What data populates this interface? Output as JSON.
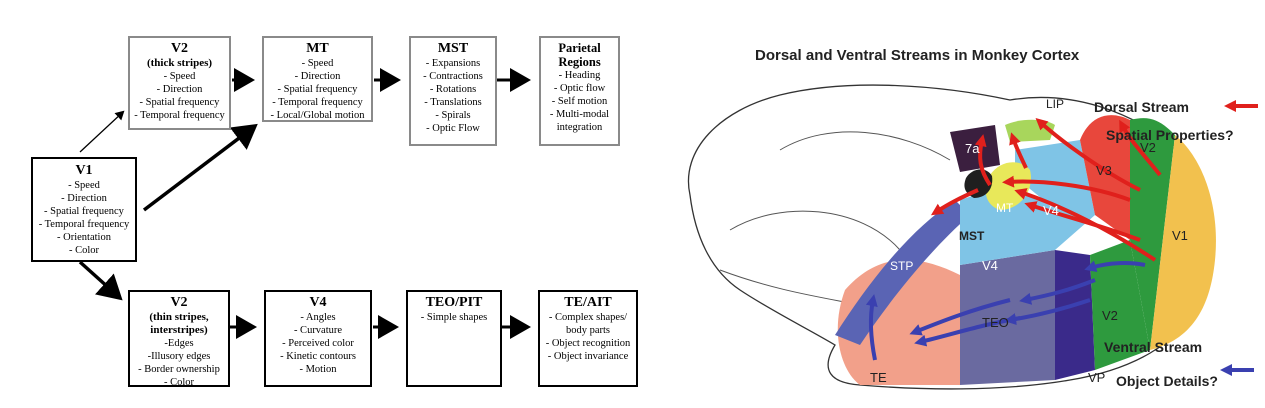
{
  "flow": {
    "v1": {
      "title": "V1",
      "lines": [
        "- Speed",
        "- Direction",
        "- Spatial frequency",
        "- Temporal frequency",
        "- Orientation",
        "- Color"
      ]
    },
    "v2_thick": {
      "title": "V2",
      "subtitle": "(thick stripes)",
      "lines": [
        "- Speed",
        "- Direction",
        "- Spatial frequency",
        "- Temporal frequency"
      ]
    },
    "mt": {
      "title": "MT",
      "lines": [
        "- Speed",
        "- Direction",
        "- Spatial frequency",
        "- Temporal frequency",
        "- Local/Global motion"
      ]
    },
    "mst": {
      "title": "MST",
      "lines": [
        "- Expansions",
        "- Contractions",
        "- Rotations",
        "- Translations",
        "- Spirals",
        "- Optic Flow"
      ]
    },
    "parietal": {
      "title": "Parietal Regions",
      "lines": [
        "- Heading",
        "- Optic flow",
        "- Self motion",
        "- Multi-modal",
        "integration"
      ]
    },
    "v2_thin": {
      "title": "V2",
      "subtitle": "(thin stripes, interstripes)",
      "lines": [
        "-Edges",
        "-Illusory edges",
        "- Border ownership",
        "- Color"
      ]
    },
    "v4": {
      "title": "V4",
      "lines": [
        "- Angles",
        "- Curvature",
        "- Perceived color",
        "- Kinetic contours",
        "- Motion"
      ]
    },
    "teo": {
      "title": "TEO/PIT",
      "lines": [
        "- Simple shapes"
      ]
    },
    "te": {
      "title": "TE/AIT",
      "lines": [
        "- Complex shapes/",
        "body parts",
        "- Object recognition",
        "- Object invariance"
      ]
    }
  },
  "brain": {
    "title": "Dorsal and Ventral Streams in Monkey Cortex",
    "dorsal_legend": [
      "Dorsal Stream",
      "Spatial Properties?"
    ],
    "ventral_legend": [
      "Ventral Stream",
      "Object Details?"
    ],
    "area_labels": {
      "lip": "LIP",
      "a7": "7a",
      "v2_top": "V2",
      "v3": "V3",
      "mt": "MT",
      "mst": "MST",
      "v4_upper": "V4",
      "v1": "V1",
      "stp": "STP",
      "v4_lower": "V4",
      "teo": "TEO",
      "v2_bottom": "V2",
      "te": "TE",
      "vp": "VP"
    }
  },
  "colors": {
    "dorsal_arrow": "#e0201c",
    "ventral_arrow": "#3a40b0",
    "v1": "#f2c14e",
    "v2": "#2e9a3e",
    "v3": "#e8473c",
    "mt": "#e8e85a",
    "mst": "#1f1f1f",
    "a7": "#3b1f3f",
    "lip": "#a8d65c",
    "v4": "#7fc4e6",
    "stp": "#5a64b4",
    "teo": "#6a6aa0",
    "te": "#f2a08a",
    "vp": "#3a2a8a"
  }
}
